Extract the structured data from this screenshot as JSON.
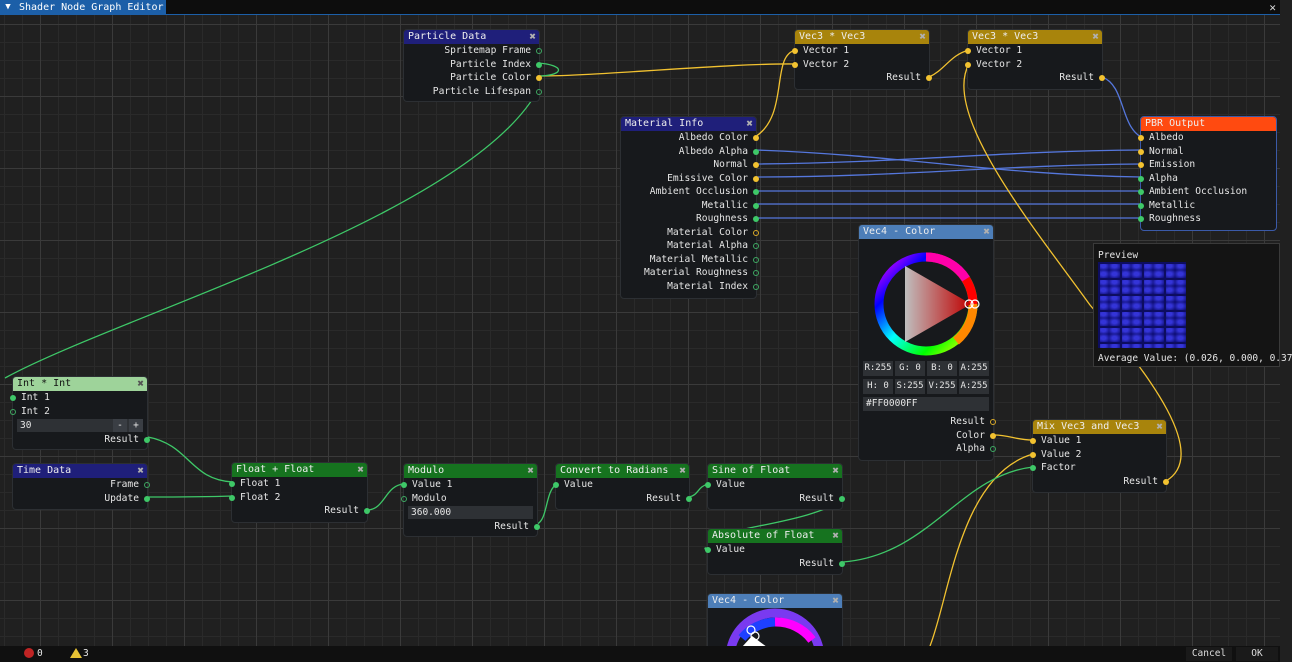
{
  "window": {
    "title": "Shader Node Graph Editor"
  },
  "nodes": {
    "particle_data": {
      "title": "Particle Data",
      "outputs": [
        "Spritemap Frame",
        "Particle Index",
        "Particle Color",
        "Particle Lifespan"
      ]
    },
    "vec3mul_a": {
      "title": "Vec3 * Vec3",
      "inputs": [
        "Vector 1",
        "Vector 2"
      ],
      "output": "Result"
    },
    "vec3mul_b": {
      "title": "Vec3 * Vec3",
      "inputs": [
        "Vector 1",
        "Vector 2"
      ],
      "output": "Result"
    },
    "material_info": {
      "title": "Material Info",
      "outputs": [
        "Albedo Color",
        "Albedo Alpha",
        "Normal",
        "Emissive Color",
        "Ambient Occlusion",
        "Metallic",
        "Roughness",
        "Material Color",
        "Material Alpha",
        "Material Metallic",
        "Material Roughness",
        "Material Index"
      ]
    },
    "pbr_output": {
      "title": "PBR Output",
      "inputs": [
        "Albedo",
        "Normal",
        "Emission",
        "Alpha",
        "Ambient Occlusion",
        "Metallic",
        "Roughness"
      ]
    },
    "preview": {
      "label": "Preview",
      "average": "Average Value: (0.026, 0.000, 0.37"
    },
    "vec4_color_a": {
      "title": "Vec4 - Color",
      "rgba": [
        "R:255",
        "G:  0",
        "B:  0",
        "A:255"
      ],
      "hsva": [
        "H:  0",
        "S:255",
        "V:255",
        "A:255"
      ],
      "hex": "#FF0000FF",
      "outputs": [
        "Result",
        "Color",
        "Alpha"
      ]
    },
    "int_mul": {
      "title": "Int * Int",
      "inputs": [
        "Int 1",
        "Int 2"
      ],
      "value": "30",
      "minus": "-",
      "plus": "+",
      "output": "Result"
    },
    "time_data": {
      "title": "Time Data",
      "outputs": [
        "Frame",
        "Update"
      ]
    },
    "float_add": {
      "title": "Float + Float",
      "inputs": [
        "Float 1",
        "Float 2"
      ],
      "output": "Result"
    },
    "modulo": {
      "title": "Modulo",
      "inputs": [
        "Value 1",
        "Modulo"
      ],
      "value": "360.000",
      "output": "Result"
    },
    "to_radians": {
      "title": "Convert to Radians",
      "input": "Value",
      "output": "Result"
    },
    "sine": {
      "title": "Sine of Float",
      "input": "Value",
      "output": "Result"
    },
    "absolute": {
      "title": "Absolute of Float",
      "input": "Value",
      "output": "Result"
    },
    "mix": {
      "title": "Mix Vec3 and Vec3",
      "inputs": [
        "Value 1",
        "Value 2",
        "Factor"
      ],
      "output": "Result"
    },
    "vec4_color_b": {
      "title": "Vec4 - Color"
    }
  },
  "colors": {
    "header_input": "#1f1f7a",
    "header_math": "#16731f",
    "header_vec": "#a8840c",
    "header_output": "#ff4a10",
    "header_color": "#4d7eb8",
    "header_int": "#9ed39a",
    "link_yellow": "#f2c230",
    "link_green": "#3ec868",
    "link_blue": "#5577dd"
  },
  "status": {
    "errors": "0",
    "warnings": "3",
    "cancel": "Cancel",
    "ok": "OK"
  }
}
